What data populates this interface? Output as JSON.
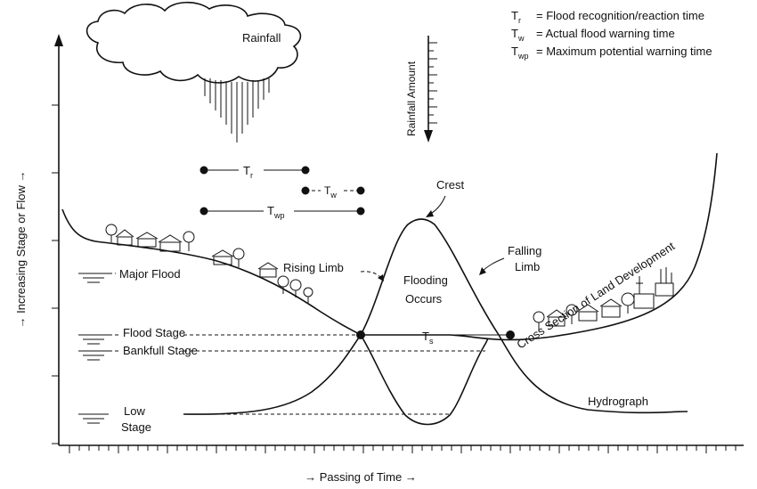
{
  "legend": {
    "tr": {
      "symbol": "T",
      "sub": "r",
      "desc": "= Flood recognition/reaction time"
    },
    "tw": {
      "symbol": "T",
      "sub": "w",
      "desc": "= Actual flood warning time"
    },
    "twp": {
      "symbol": "T",
      "sub": "wp",
      "desc": "= Maximum potential warning time"
    }
  },
  "labels": {
    "rainfall": "Rainfall",
    "rainfall_amount": "Rainfall Amount",
    "crest": "Crest",
    "falling_limb": "Falling Limb",
    "rising_limb": "Rising Limb",
    "flooding_occurs": "Flooding Occurs",
    "major_flood": "Major Flood",
    "flood_stage": "Flood Stage",
    "bankfull_stage": "Bankfull Stage",
    "low_stage_1": "Low",
    "low_stage_2": "Stage",
    "ts": {
      "symbol": "T",
      "sub": "s"
    },
    "cross_section": "Cross Section of Land Development",
    "hydrograph": "Hydrograph",
    "x_axis": "→ Passing of Time →",
    "y_axis": "→ Increasing Stage or Flow →"
  },
  "timing_bars": {
    "tr": {
      "symbol": "T",
      "sub": "r"
    },
    "tw": {
      "symbol": "T",
      "sub": "w"
    },
    "twp": {
      "symbol": "T",
      "sub": "wp"
    }
  }
}
